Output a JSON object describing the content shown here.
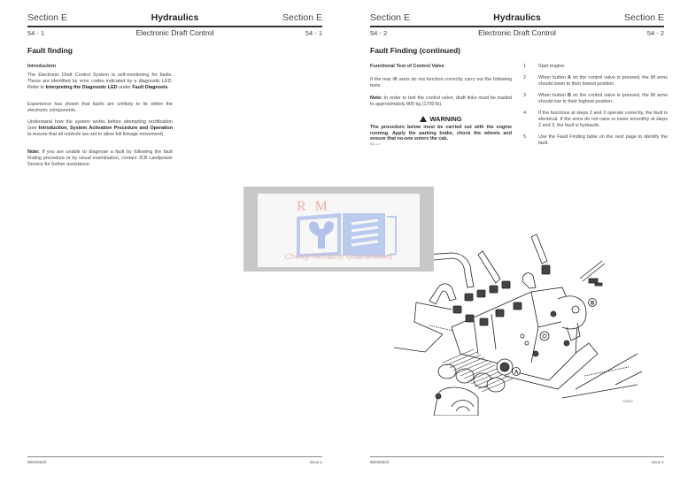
{
  "left_page": {
    "header": {
      "section_left": "Section E",
      "title": "Hydraulics",
      "section_right": "Section E",
      "page_left": "54 - 1",
      "subtitle": "Electronic Draft Control",
      "page_right": "54 - 1"
    },
    "heading": "Fault finding",
    "subheading": "Introduction",
    "paragraphs": [
      {
        "pre": "The Electronic Draft Control System is self-monitoring for faults. These are identified by error codes indicated by a diagnostic LED. Refer to ",
        "bold": "Interpreting the Diagnostic LED",
        "mid": " under ",
        "bold2": "Fault Diagnosis",
        "post": "."
      },
      {
        "text": "Experience has shown that faults are unlikely to lie within the electronic components."
      },
      {
        "pre": "Understand how the system works before attempting rectification (see ",
        "bold": "Introduction, System Activation Procedure and Operation",
        "post": " to ensure that all controls are set to allow full linkage movement)."
      },
      {
        "bold": "Note:",
        "post": " If you are unable to diagnose a fault by following the fault finding procedure or by visual examination, contact JCB Landpower Service for further assistance."
      }
    ],
    "footer": {
      "left": "9803/6020",
      "right": "Issue 1"
    }
  },
  "right_page": {
    "header": {
      "section_left": "Section E",
      "title": "Hydraulics",
      "section_right": "Section E",
      "page_left": "54 - 2",
      "subtitle": "Electronic Draft Control",
      "page_right": "54 - 2"
    },
    "heading": "Fault Finding (continued)",
    "subheading": "Functional Test of Control Valve",
    "paragraphs": [
      {
        "text": "If the rear lift arms do not function correctly carry out the following tests."
      },
      {
        "bold": "Note:",
        "post": " In order to test the control valve, draft links must be loaded to approximately 800 kg (1700 lb)."
      }
    ],
    "warning": {
      "icon": "warning-triangle-icon",
      "title": "WARNING",
      "body": "The procedure below must be carried out with the engine running. Apply the parking brake, chock the wheels and ensure that no-one enters the cab.",
      "ref": "5/2-1-1"
    },
    "steps": [
      {
        "num": "1",
        "text": "Start engine."
      },
      {
        "num": "2",
        "pre": "When button ",
        "bold": "A",
        "post": " on the control valve is pressed, the lift arms should lower to their lowest position."
      },
      {
        "num": "3",
        "pre": "When button ",
        "bold": "B",
        "post": " on the control valve is pressed, the lift arms should rise to their highest position."
      },
      {
        "num": "4",
        "text": "If the functions at steps 2 and 3 operate correctly, the fault is electrical. If the arms do not raise or lower smoothly at steps 2 and 3, the fault is hydraulic."
      },
      {
        "num": "5",
        "text": "Use the Fault Finding table on the next page to identify the fault."
      }
    ],
    "diagram": {
      "labels": {
        "a": "A",
        "b": "B"
      },
      "figure_ref": "425520"
    },
    "footer": {
      "left": "9803/6020",
      "right": "Issue 1"
    }
  },
  "watermark": {
    "logo_text": "R M",
    "caption": "Cheap Reliable Guaranteed",
    "colors": {
      "blue": "#b9c6ec",
      "salmon": "#eab0a8",
      "frame": "#c8c8c8"
    }
  }
}
